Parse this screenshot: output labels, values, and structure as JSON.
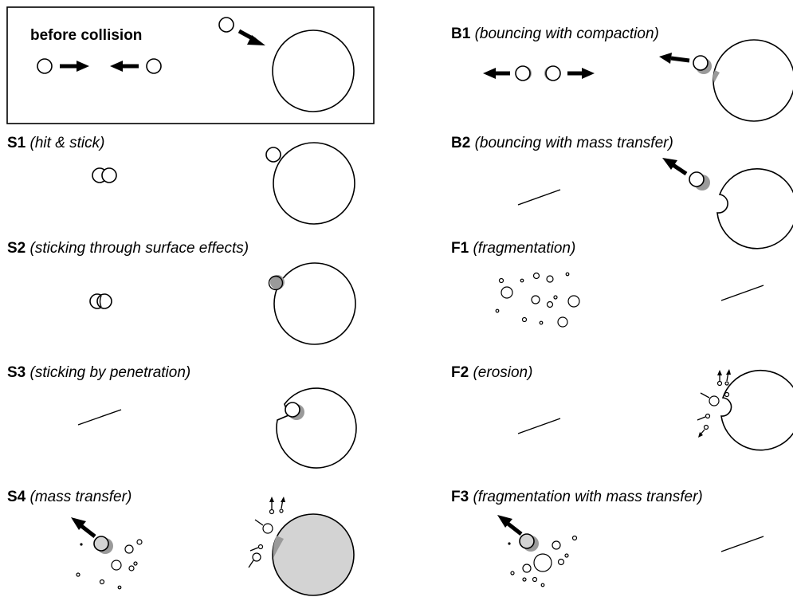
{
  "before": {
    "title": "before collision"
  },
  "panels": {
    "S1": {
      "code": "S1",
      "desc": "(hit & stick)"
    },
    "S2": {
      "code": "S2",
      "desc": "(sticking through surface effects)"
    },
    "S3": {
      "code": "S3",
      "desc": "(sticking by penetration)"
    },
    "S4": {
      "code": "S4",
      "desc": "(mass transfer)"
    },
    "B1": {
      "code": "B1",
      "desc": "(bouncing with compaction)"
    },
    "B2": {
      "code": "B2",
      "desc": "(bouncing with mass transfer)"
    },
    "F1": {
      "code": "F1",
      "desc": "(fragmentation)"
    },
    "F2": {
      "code": "F2",
      "desc": "(erosion)"
    },
    "F3": {
      "code": "F3",
      "desc": "(fragmentation with mass transfer)"
    }
  },
  "colors": {
    "stroke": "#000000",
    "shadow": "#9a9a9a",
    "fill_gray": "#d3d3d3",
    "background": "#ffffff"
  }
}
